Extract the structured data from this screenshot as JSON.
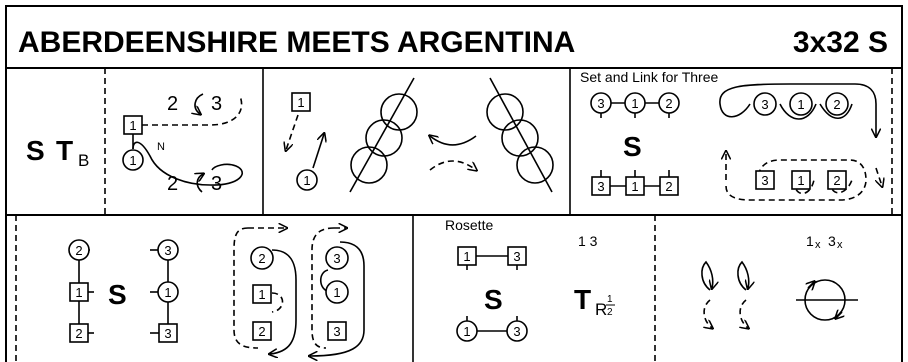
{
  "title": "ABERDEENSHIRE MEETS ARGENTINA",
  "format": "3x32 S",
  "bars": {
    "b1": {
      "s_label": "S",
      "t_label": "T",
      "t_sub": "B",
      "top_num": "2",
      "top_to": "3",
      "bot_num": "2",
      "bot_to": "3",
      "box": "1",
      "circle": "1",
      "side_mark": "N"
    },
    "b2": {
      "box": "1",
      "circle": "1"
    },
    "b3": {
      "caption": "Set and Link for Three",
      "s_label": "S",
      "top_row": [
        "3",
        "1",
        "2"
      ],
      "bot_row": [
        "3",
        "1",
        "2"
      ],
      "loop_top": [
        "3",
        "1",
        "2"
      ],
      "loop_bot": [
        "3",
        "1",
        "2"
      ]
    },
    "b4": {
      "s_label": "S",
      "col1": [
        "2",
        "1",
        "2"
      ],
      "col2": [
        "3",
        "1",
        "3"
      ],
      "loop1": [
        "2",
        "1",
        "2"
      ],
      "loop2": [
        "3",
        "1",
        "3"
      ]
    },
    "b5": {
      "caption": "Rosette",
      "s_label": "S",
      "t_label": "T",
      "t_sub": "R",
      "fraction_num": "1",
      "fraction_den": "2",
      "numbers": "1 3",
      "top_row": [
        "1",
        "3"
      ],
      "bot_row": [
        "1",
        "3"
      ]
    },
    "b6": {
      "num1": "1",
      "sub1": "x",
      "num2": "3",
      "sub2": "x"
    }
  }
}
